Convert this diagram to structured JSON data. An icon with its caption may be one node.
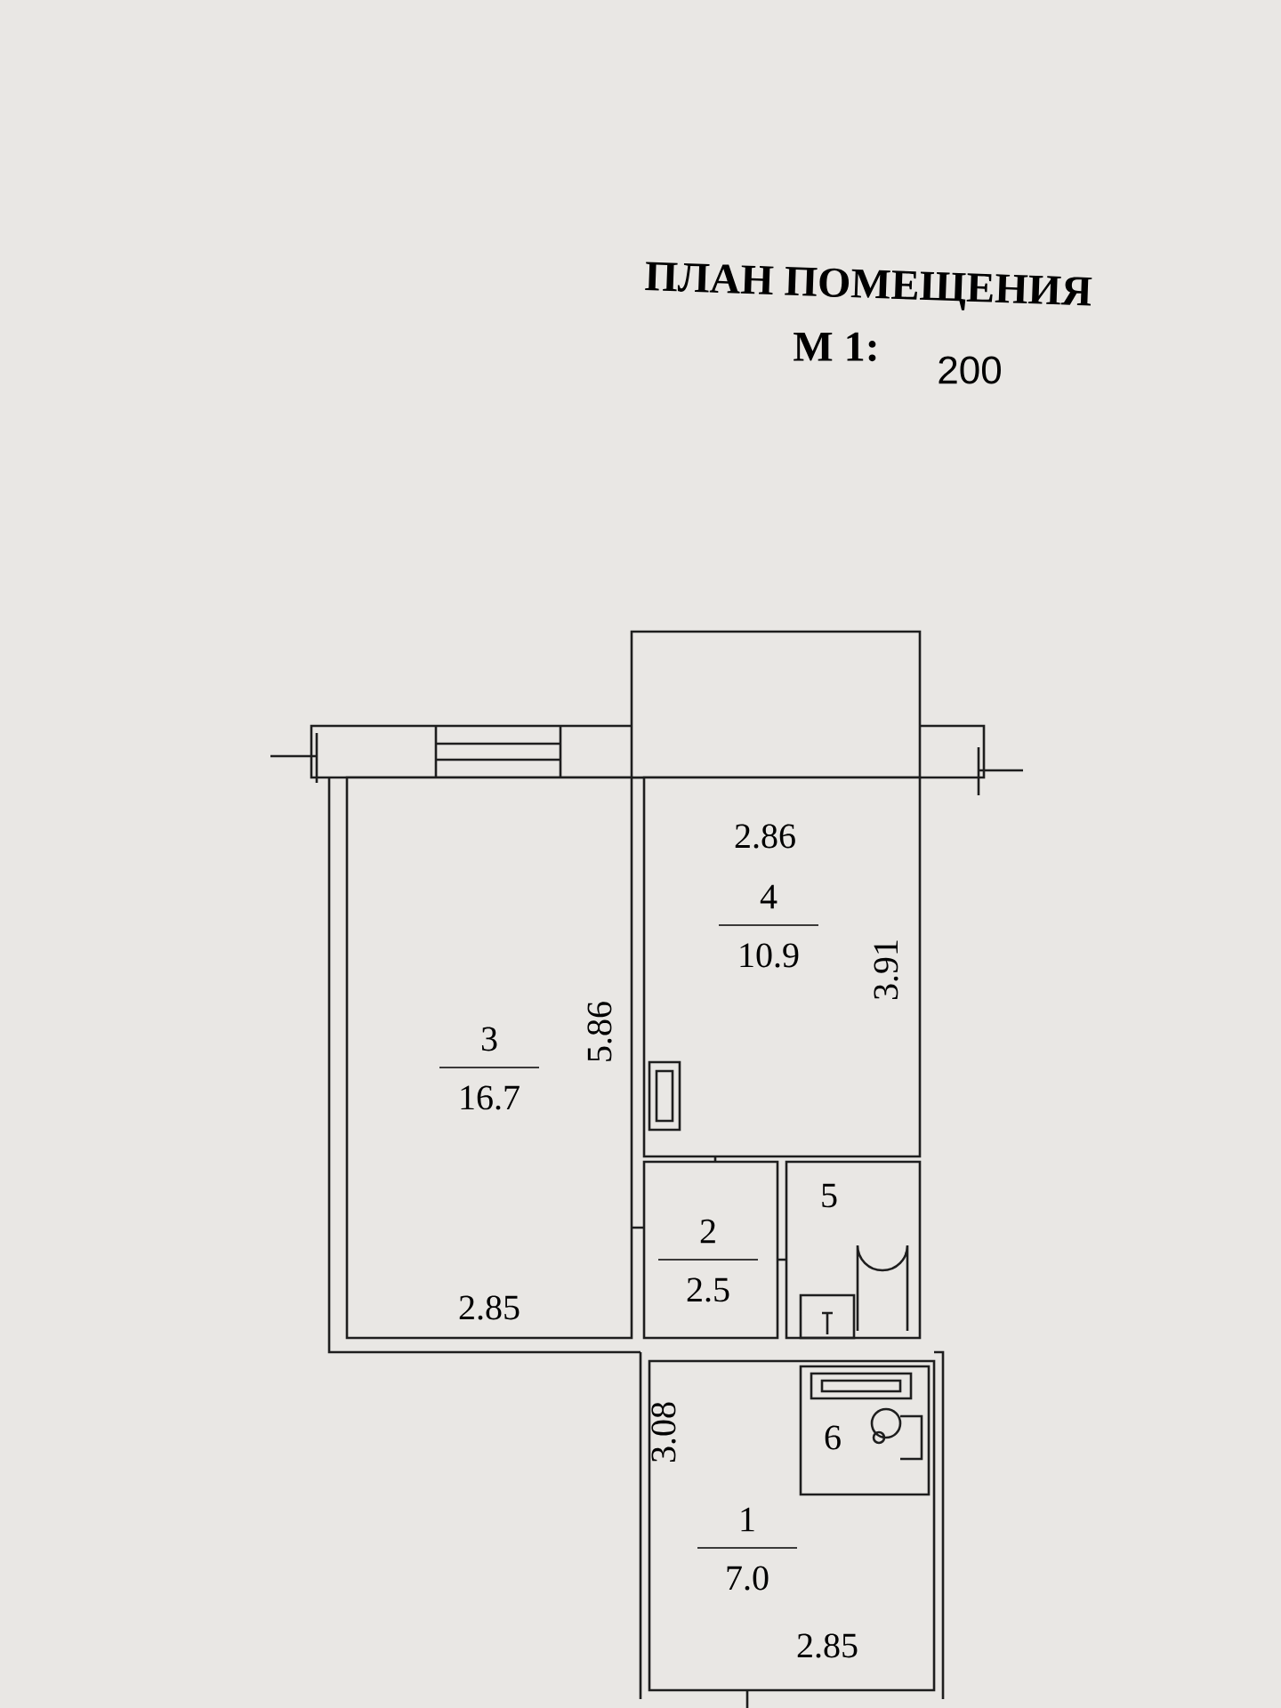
{
  "diagram": {
    "title": "ПЛАН ПОМЕЩЕНИЯ",
    "nodes": [
      {
        "text": [],
        "shape": "box"
      },
      {
        "text": [
          "3",
          "16.7"
        ]
      },
      {
        "text": [
          "4",
          "10.9"
        ]
      },
      {
        "text": [
          "2",
          "2.5"
        ]
      },
      {
        "text": [
          "5"
        ]
      },
      {
        "text": [
          "1",
          "7.0"
        ]
      },
      {
        "text": [
          "6"
        ],
        "in": 5
      }
    ],
    "edges": [],
    "labels": [
      "М 1:",
      "200",
      "2.86",
      "3.91",
      "5.86",
      "2.85",
      "3.08",
      "2.85"
    ]
  }
}
